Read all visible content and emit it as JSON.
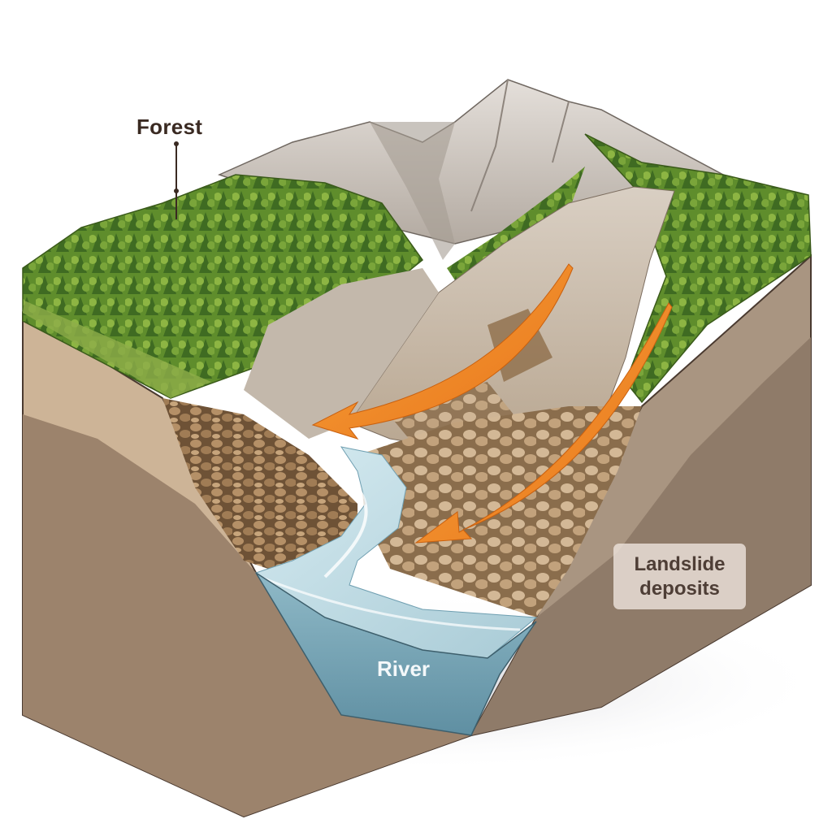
{
  "diagram": {
    "type": "geological-block-diagram",
    "subject": "Landslide into a river valley",
    "labels": {
      "forest": "Forest",
      "landslide_deposits_line1": "Landslide",
      "landslide_deposits_line2": "deposits",
      "river": "River"
    },
    "arrows": [
      {
        "name": "upper-flow-arrow",
        "direction": "downslope toward valley (left)",
        "color": "#f08a1c"
      },
      {
        "name": "lower-flow-arrow",
        "direction": "downslope toward river",
        "color": "#f08a1c"
      }
    ],
    "colors": {
      "forest_green": "#6f9a2e",
      "dark_forest": "#3f6b22",
      "mountain_grey": "#c9c2bb",
      "soil_light": "#cdb497",
      "soil_dark": "#9c836c",
      "boulders": "#8a6a44",
      "river_blue": "#8fb6c4",
      "river_face": "#6f9fb1",
      "arrow_orange": "#f08a1c",
      "label_text": "#3a2a22"
    }
  }
}
